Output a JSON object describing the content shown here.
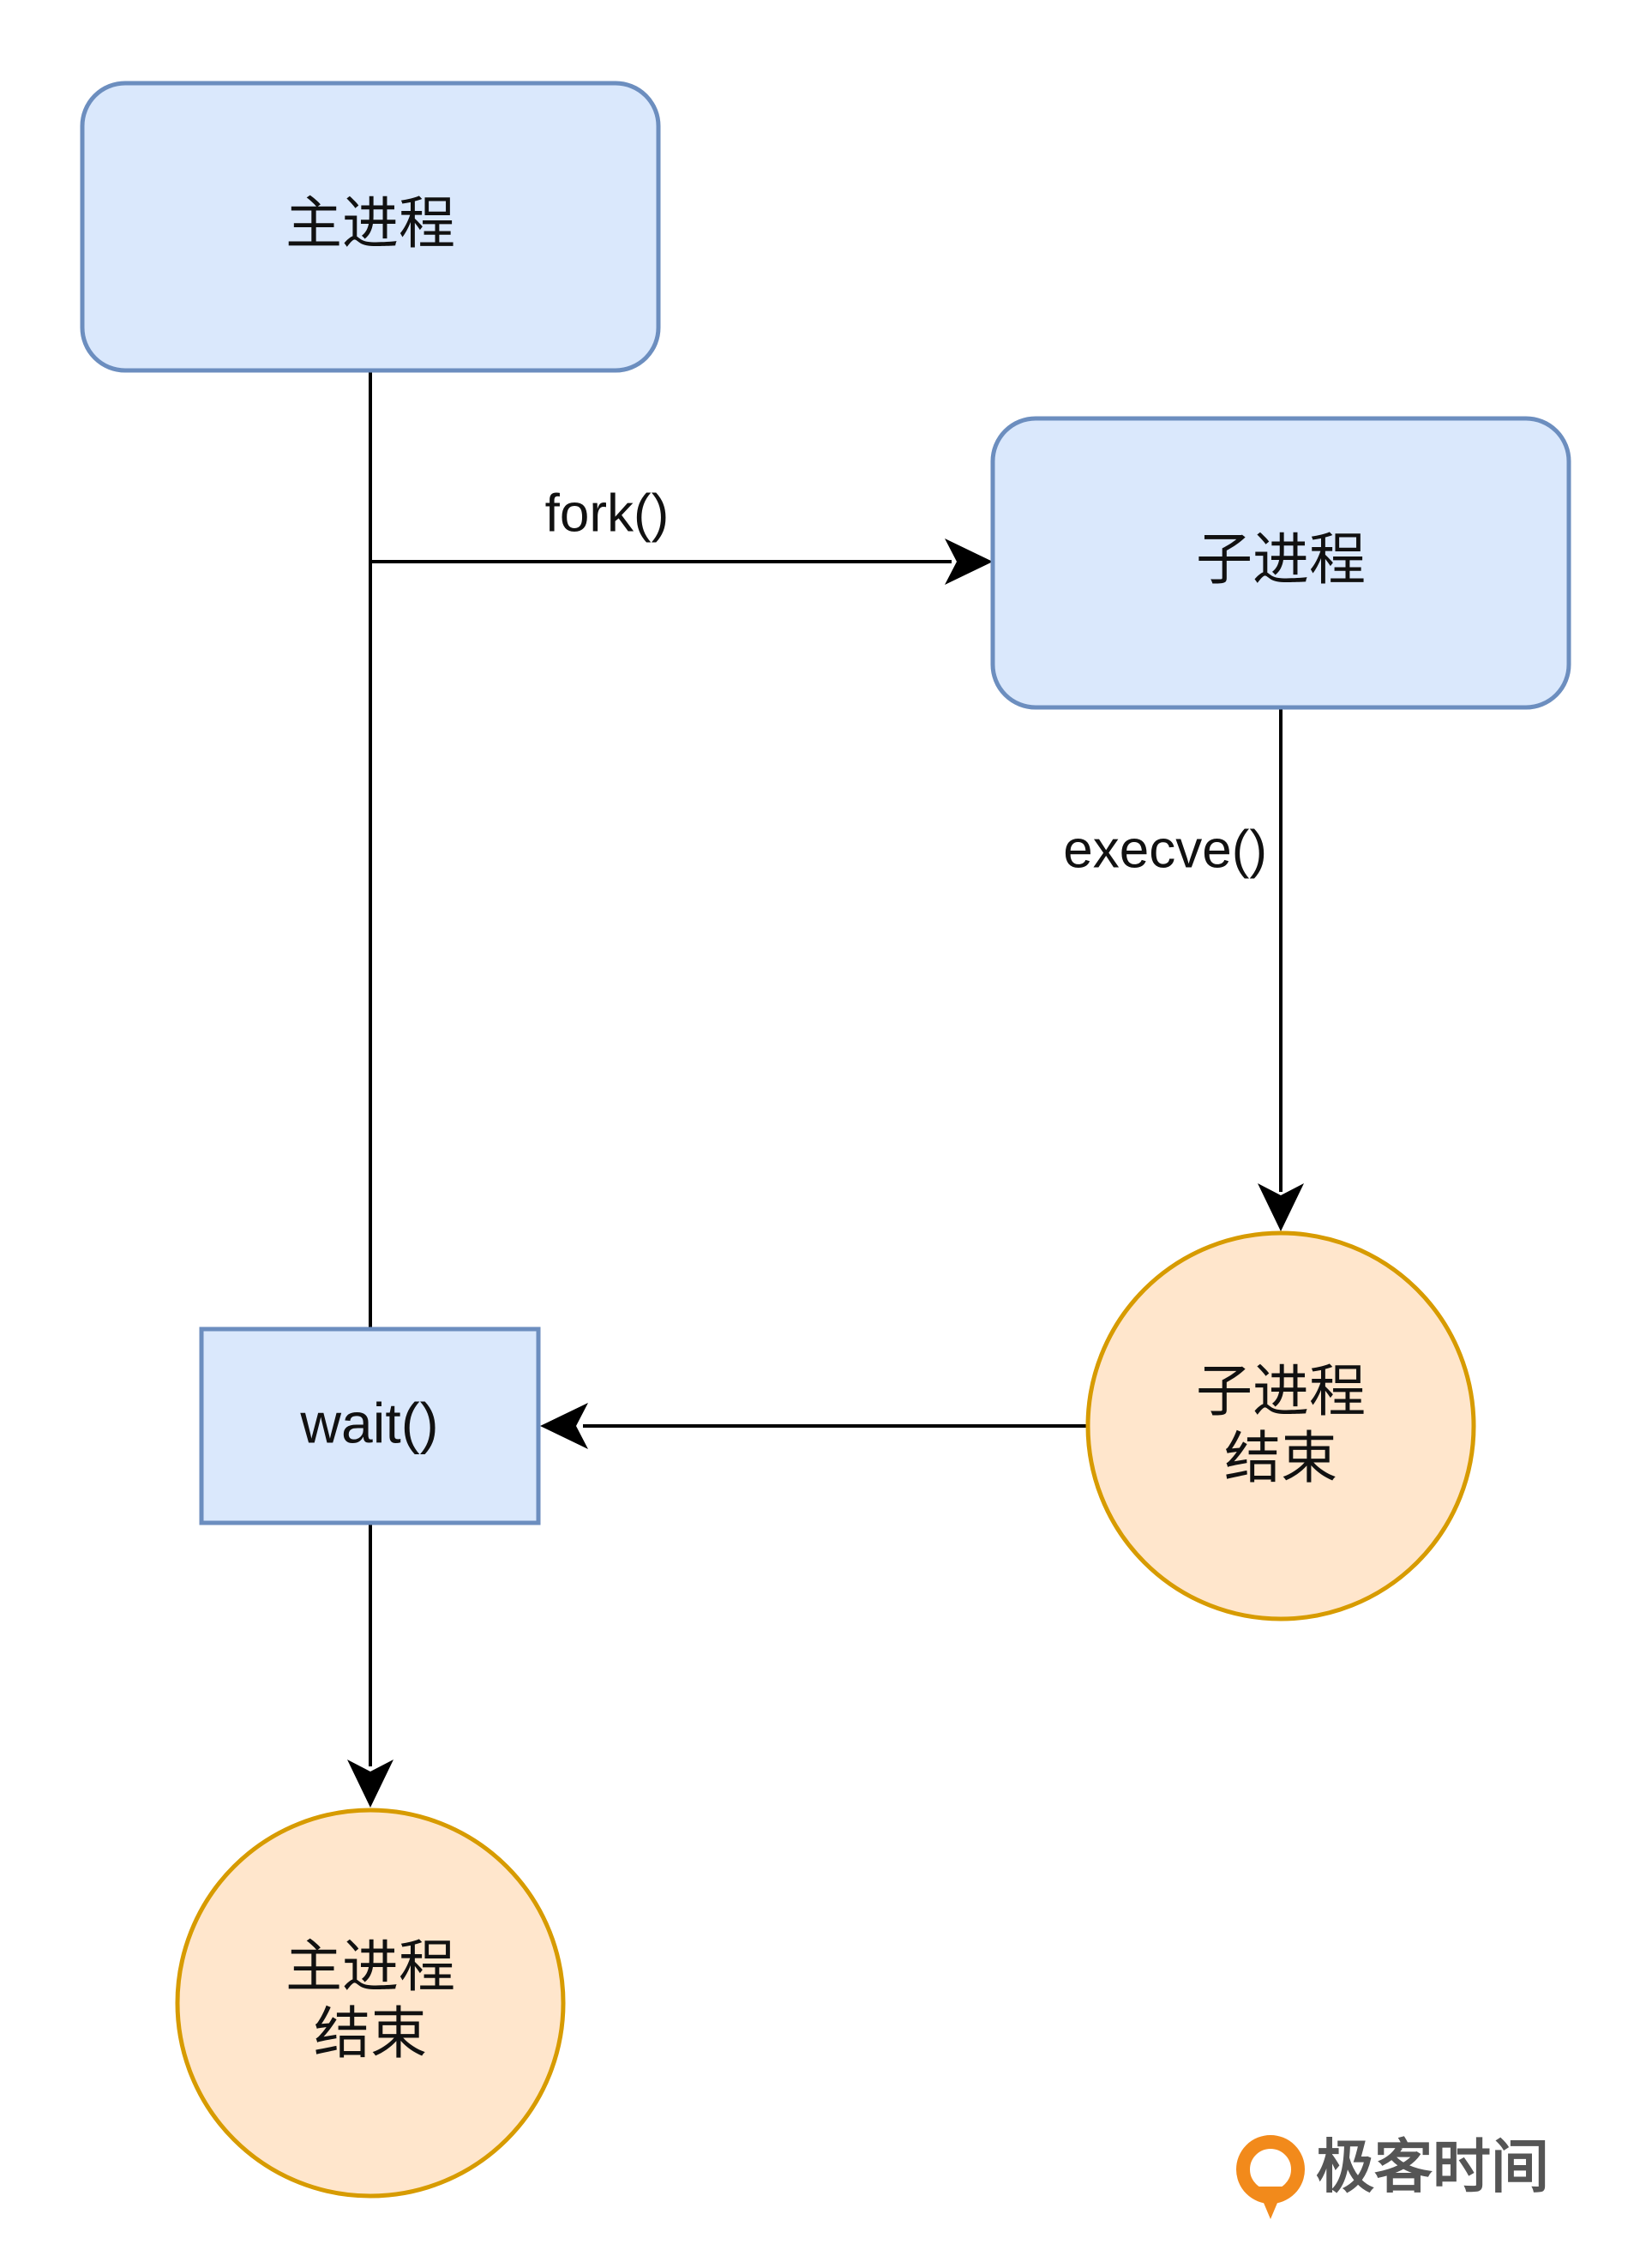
{
  "nodes": {
    "main_process": {
      "label": "主进程"
    },
    "child_process": {
      "label": "子进程"
    },
    "wait": {
      "label": "wait()"
    },
    "child_end": {
      "line1": "子进程",
      "line2": "结束"
    },
    "main_end": {
      "line1": "主进程",
      "line2": "结束"
    }
  },
  "edges": {
    "fork": {
      "label": "fork()"
    },
    "execve": {
      "label": "execve()"
    }
  },
  "brand": {
    "name": "极客时间"
  },
  "colors": {
    "process_fill": "#dae8fc",
    "process_stroke": "#6c8ebf",
    "end_fill": "#ffe6cc",
    "end_stroke": "#d79b00",
    "line": "#000000",
    "brand_orange": "#f28a1b"
  }
}
